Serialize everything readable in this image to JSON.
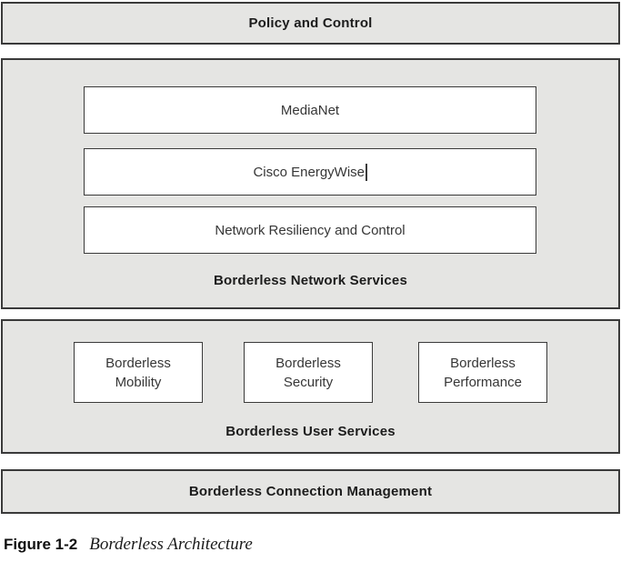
{
  "colors": {
    "panel_fill": "#e5e5e3",
    "box_fill": "#ffffff",
    "border": "#3a3a3a",
    "text": "#363636",
    "bold_text": "#1c1c1c"
  },
  "diagram": {
    "policy_bar": {
      "label": "Policy and Control"
    },
    "network_services": {
      "boxes": [
        {
          "label": "MediaNet"
        },
        {
          "label": "Cisco EnergyWise"
        },
        {
          "label": "Network Resiliency and Control"
        }
      ],
      "label": "Borderless Network Services"
    },
    "user_services": {
      "boxes": [
        {
          "lines": [
            "Borderless",
            "Mobility"
          ]
        },
        {
          "lines": [
            "Borderless",
            "Security"
          ]
        },
        {
          "lines": [
            "Borderless",
            "Performance"
          ]
        }
      ],
      "label": "Borderless User Services"
    },
    "connection_bar": {
      "label": "Borderless Connection Management"
    },
    "caption": {
      "figure_number": "Figure 1-2",
      "figure_title": "Borderless Architecture"
    }
  }
}
